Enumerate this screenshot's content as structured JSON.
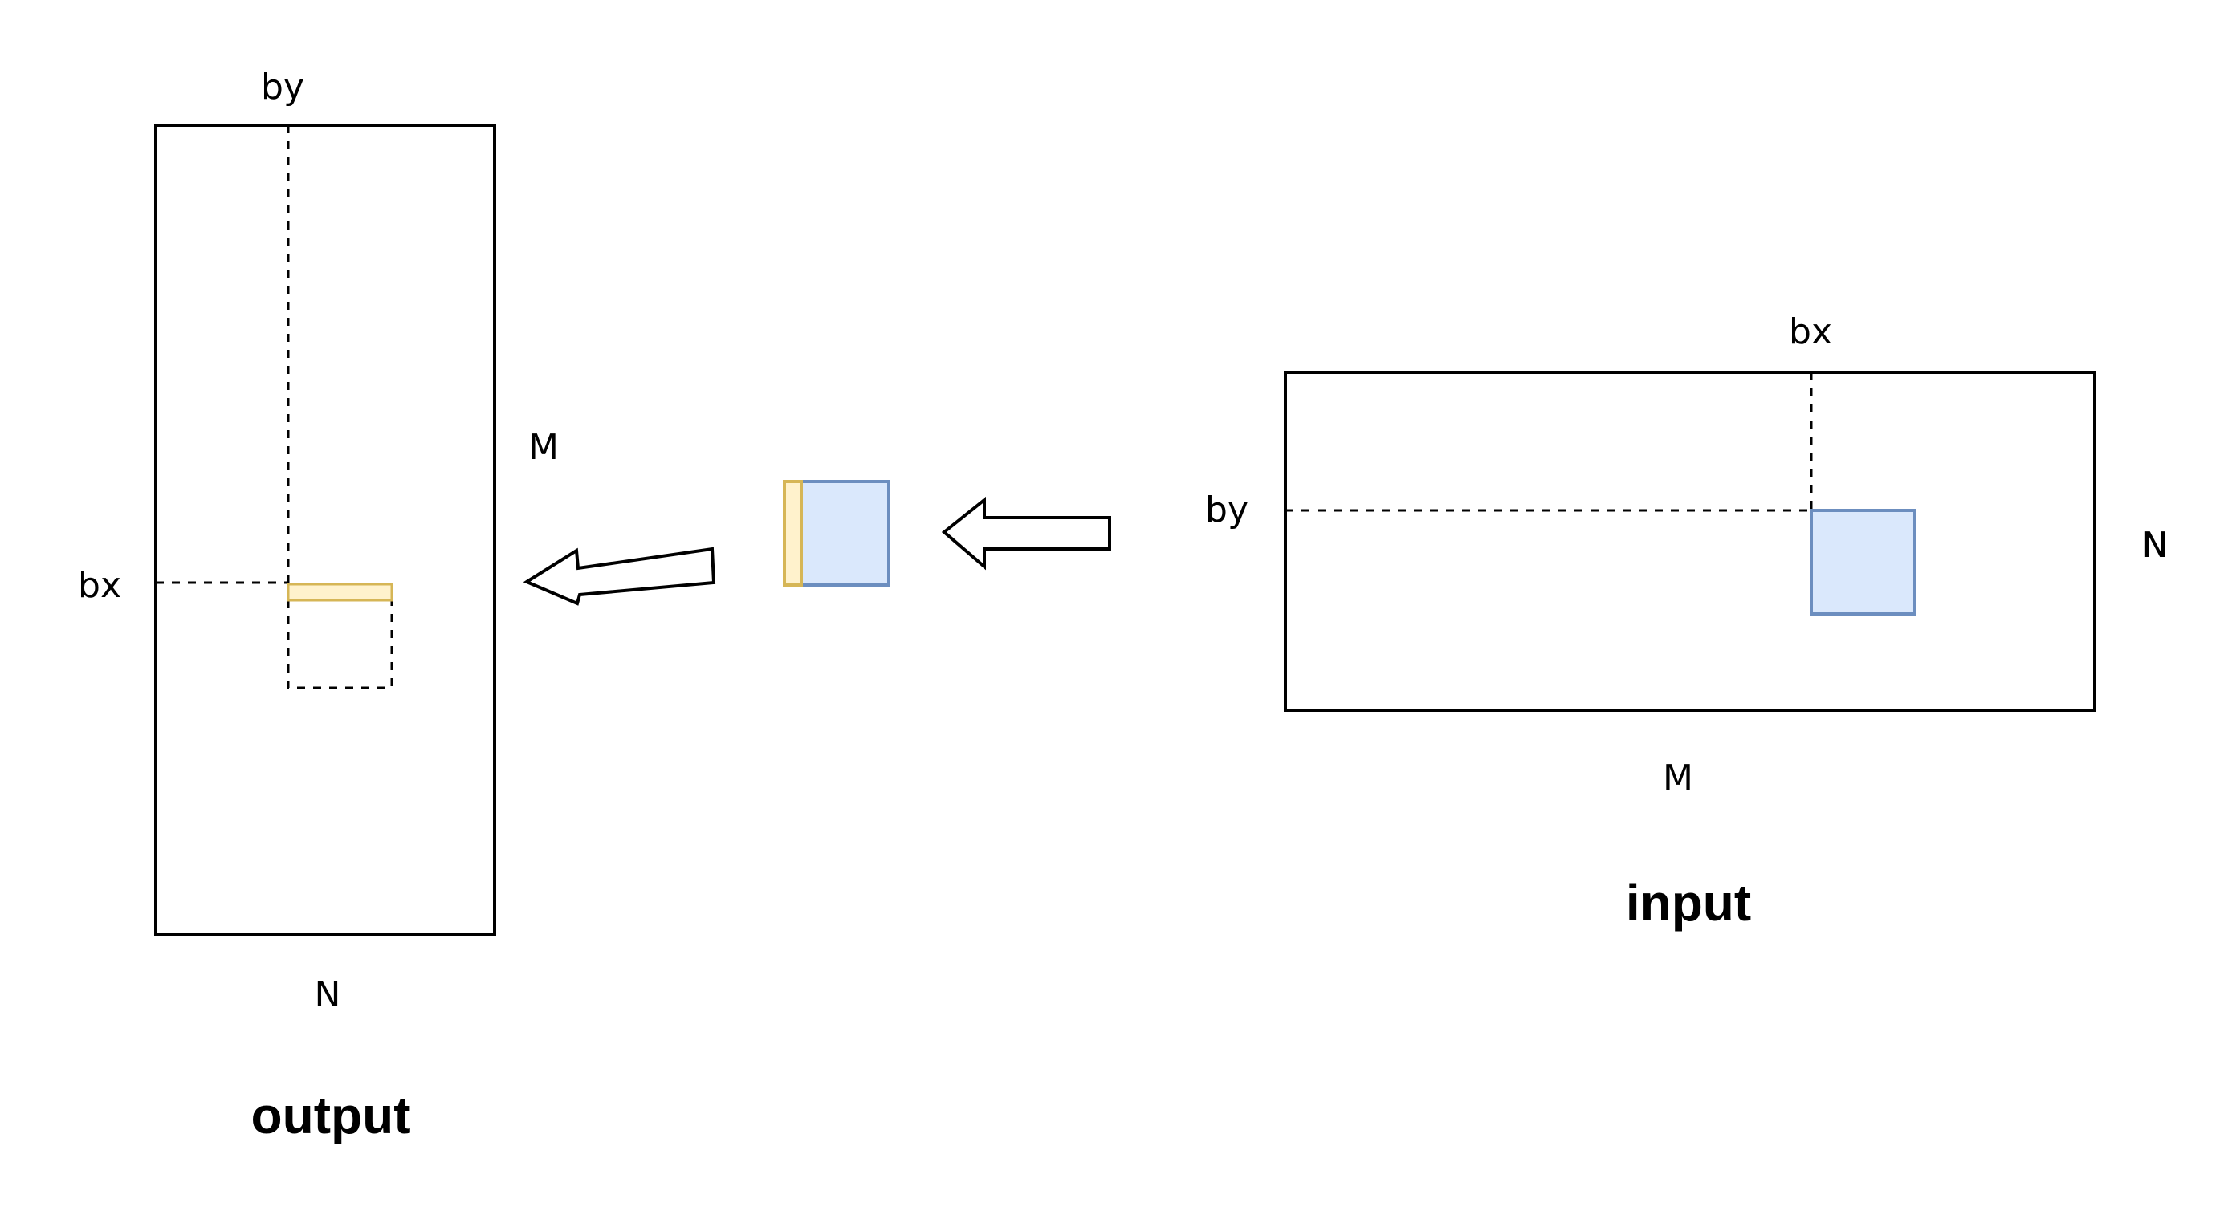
{
  "output_matrix": {
    "caption": "output",
    "label_top": "by",
    "label_left": "bx",
    "label_right": "M",
    "label_bottom": "N"
  },
  "input_matrix": {
    "caption": "input",
    "label_top": "bx",
    "label_left": "by",
    "label_right": "N",
    "label_bottom": "M"
  },
  "colors": {
    "tile_fill": "#dae8fc",
    "tile_stroke": "#6c8ebf",
    "strip_fill": "#fff2cc",
    "strip_stroke": "#d6b656",
    "line": "#000000"
  }
}
